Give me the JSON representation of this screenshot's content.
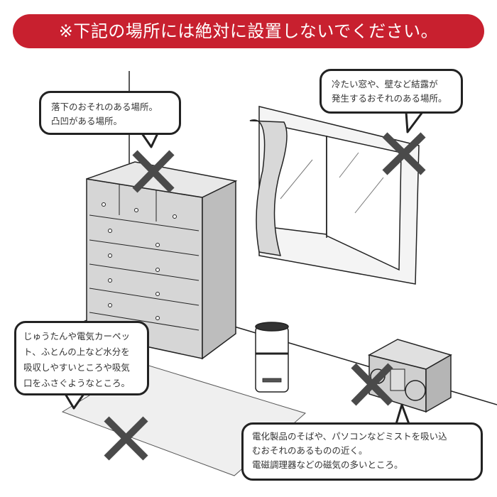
{
  "banner": {
    "text": "※下記の場所には絶対に設置しないでください。",
    "color": "#c8202f"
  },
  "callouts": [
    {
      "lines": [
        "落下のおそれのある場所。",
        "凸凹がある場所。"
      ]
    },
    {
      "lines": [
        "冷たい窓や、壁など結露が",
        "発生するおそれのある場所。"
      ]
    },
    {
      "lines": [
        "じゅうたんや電気カーペッ",
        "ト、ふとんの上など水分を",
        "吸収しやすいところや吸気",
        "口をふさぐようなところ。"
      ]
    },
    {
      "lines": [
        "電化製品のそばや、パソコンなどミストを吸い込",
        "むおそれのあるものの近く。",
        "電磁調理器などの磁気の多いところ。"
      ]
    }
  ],
  "icons": {
    "prohibited": "cross-mark-icon"
  },
  "colors": {
    "mark": "#4a4a4a",
    "outline": "#222222",
    "furniture": "#d8d8d8"
  }
}
